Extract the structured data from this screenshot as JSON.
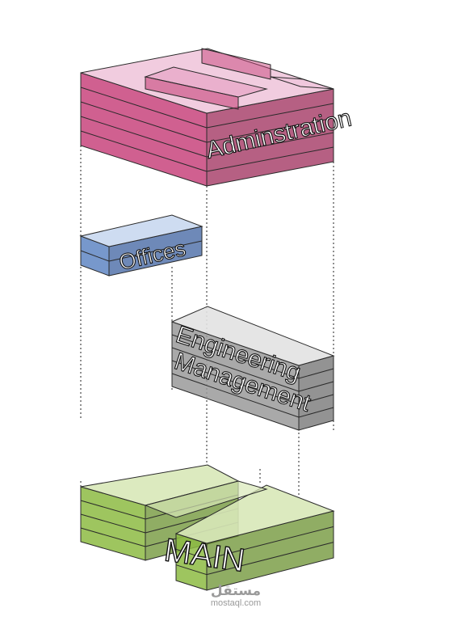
{
  "blocks": {
    "admin": {
      "label": "Adminstration",
      "top": "#f0c6dc",
      "side": "#c8447c",
      "dark": "#9e2b5a"
    },
    "offices": {
      "label": "Offices",
      "top": "#c9d8ef",
      "side": "#5f86c3",
      "dark": "#3e62a0"
    },
    "engineering": {
      "label_line1": "Engineering",
      "label_line2": "Management",
      "top": "#e2e2e2",
      "side": "#9a9a9a",
      "dark": "#6f6f6f"
    },
    "main": {
      "label": "MAIN",
      "top": "#d8e8b8",
      "side": "#8dbb43",
      "dark": "#6b9230"
    }
  },
  "watermark": {
    "arabic": "مستقل",
    "latin": "mostaql.com"
  }
}
